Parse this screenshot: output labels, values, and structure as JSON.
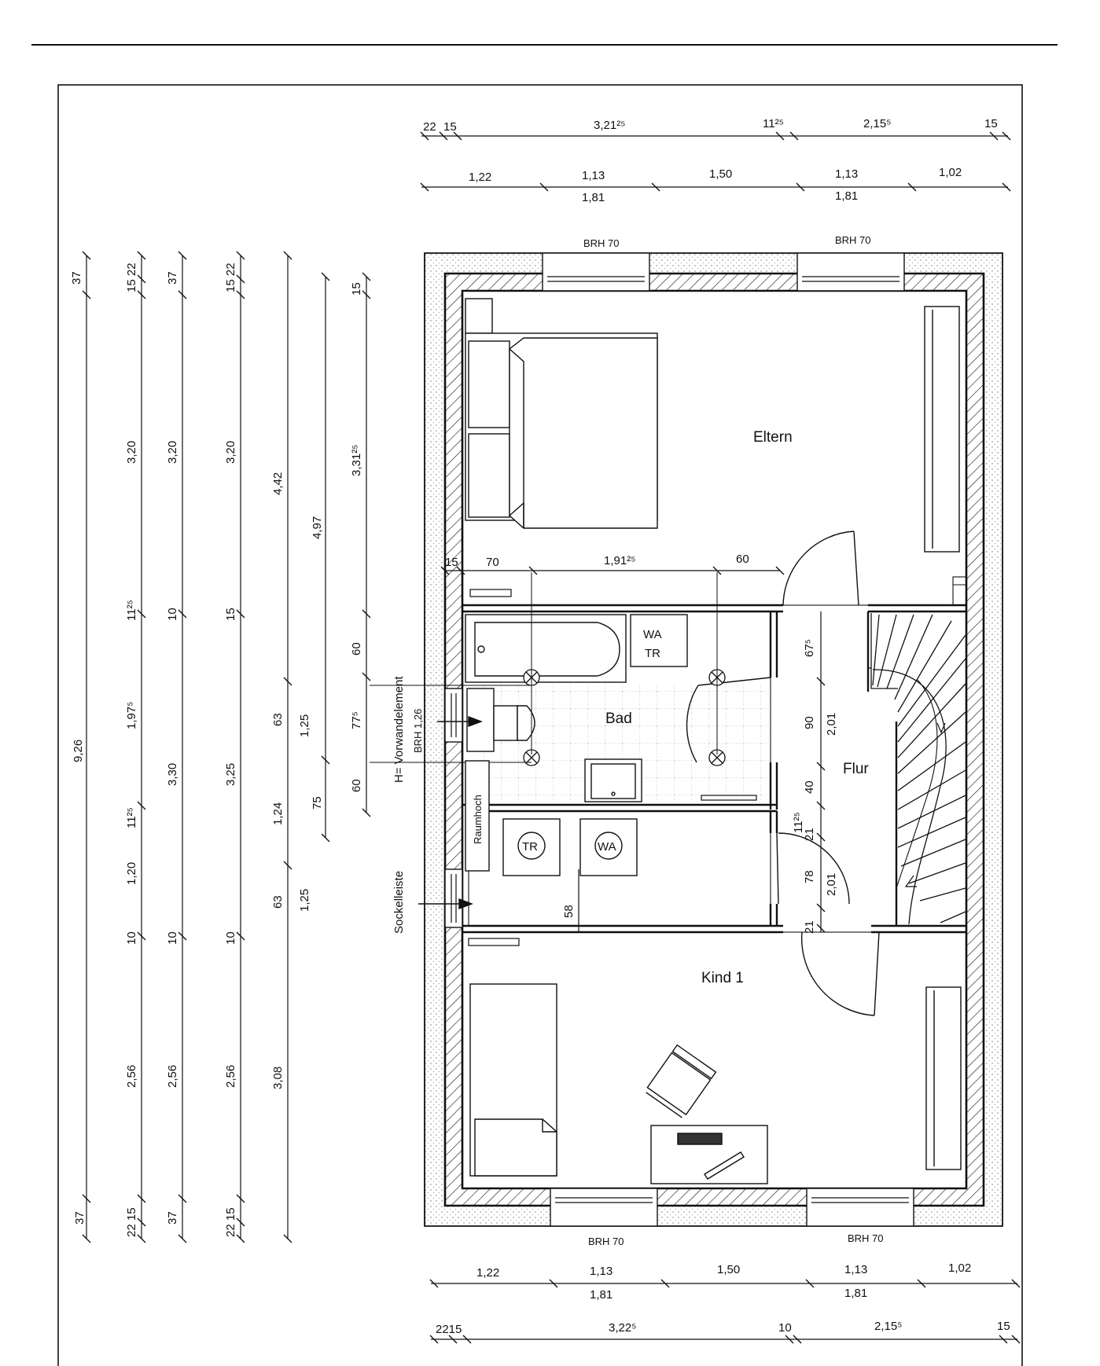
{
  "rooms": {
    "eltern": "Eltern",
    "bad": "Bad",
    "flur": "Flur",
    "kind1": "Kind 1"
  },
  "windows": {
    "top_left": "BRH 70",
    "top_right": "BRH 70",
    "bottom_left": "BRH 70",
    "bottom_right": "BRH 70",
    "bath": "BRH 1,26"
  },
  "annotations": {
    "vorwand": "H= Vorwandelement",
    "raumhoch": "Raumhoch",
    "sockelleiste": "Sockelleiste",
    "wa": "WA",
    "tr": "TR"
  },
  "dims_top": {
    "row1": [
      "22",
      "15",
      "3,21²⁵",
      "11²⁵",
      "2,15⁵",
      "15"
    ],
    "row2": [
      "1,22",
      "1,13",
      "1,50",
      "1,13",
      "1,02"
    ],
    "row2_sub": [
      "1,81",
      "1,81"
    ]
  },
  "dims_bottom": {
    "row1": [
      "1,22",
      "1,13",
      "1,50",
      "1,13",
      "1,02"
    ],
    "row1_sub": [
      "1,81",
      "1,81"
    ],
    "row2": [
      "2215",
      "3,22⁵",
      "10",
      "2,15⁵",
      "15"
    ]
  },
  "dims_left": {
    "col1": [
      "37",
      "9,26",
      "37"
    ],
    "col2": [
      "15 22",
      "3,20",
      "11²⁵",
      "1,97⁵",
      "11²⁵",
      "1,20",
      "10",
      "2,56",
      "22 15"
    ],
    "col3": [
      "37",
      "3,20",
      "10",
      "3,30",
      "10",
      "2,56",
      "37"
    ],
    "col4": [
      "15 22",
      "3,20",
      "15",
      "3,25",
      "10",
      "2,56",
      "22 15"
    ],
    "col5": [
      "4,42",
      "63",
      "1,24",
      "63",
      "3,08"
    ],
    "col6": [
      "1,25",
      "1,25"
    ],
    "col7": [
      "4,97",
      "75"
    ],
    "col8": [
      "15",
      "3,31²⁵",
      "60",
      "77⁵",
      "60"
    ]
  },
  "dims_inner": {
    "eltern_row": [
      "15",
      "70",
      "1,91²⁵",
      "60"
    ],
    "flur_col": [
      "67⁵",
      "90",
      "2,01",
      "40",
      "11²⁵",
      "21",
      "78",
      "2,01",
      "21"
    ],
    "hwr": "58"
  }
}
